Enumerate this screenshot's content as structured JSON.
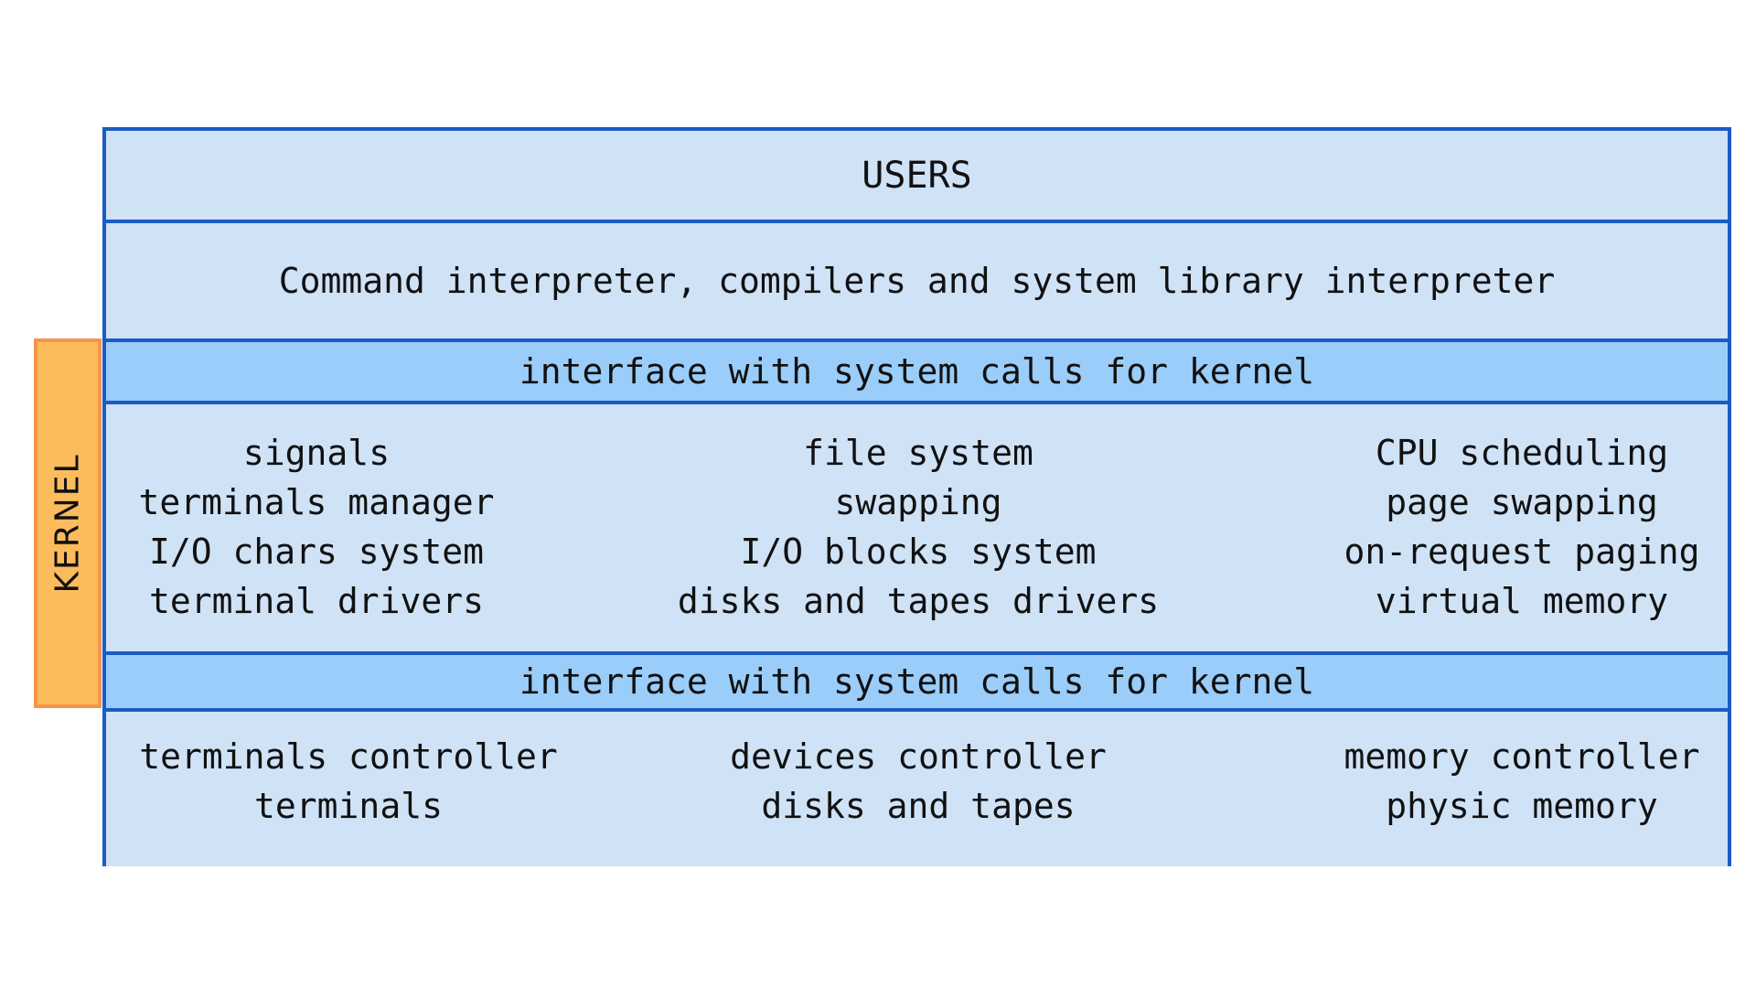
{
  "kernel_label": "KERNEL",
  "layers": {
    "users": "USERS",
    "command": "Command interpreter, compilers and system library interpreter",
    "interface_top": "interface with system calls for kernel",
    "interface_bottom": "interface with system calls for kernel"
  },
  "kernel_columns": [
    [
      "signals",
      "terminals manager",
      "I/O chars system",
      "terminal drivers"
    ],
    [
      "file system",
      "swapping",
      "I/O blocks system",
      "disks and tapes drivers"
    ],
    [
      "CPU scheduling",
      "page swapping",
      "on-request paging",
      "virtual memory"
    ]
  ],
  "hardware_columns": [
    [
      "terminals controller",
      "terminals"
    ],
    [
      "devices controller",
      "disks and tapes"
    ],
    [
      "memory controller",
      "physic memory"
    ]
  ],
  "colors": {
    "border": "#1a5cc4",
    "layer_fill": "#cfe2f6",
    "interface_fill": "#9acdf9",
    "kernel_fill": "#fcbc5c",
    "kernel_border": "#f59448"
  }
}
